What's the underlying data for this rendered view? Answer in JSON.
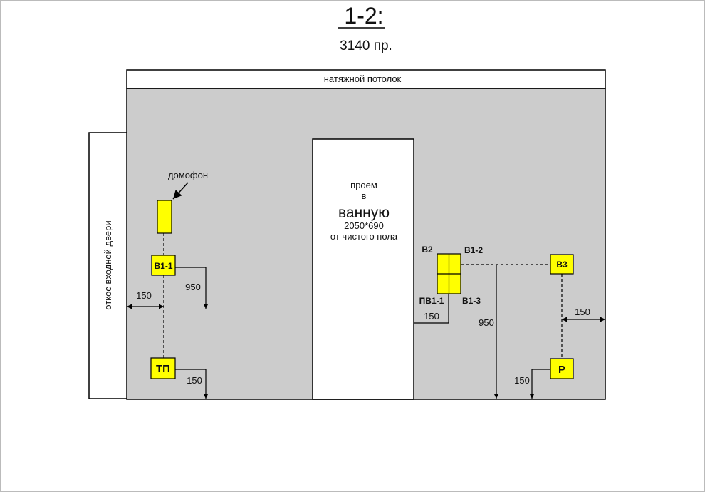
{
  "title": "1-2:",
  "subtitle": "3140 пр.",
  "ceiling_label": "натяжной потолок",
  "door_jamb_label": "откос входной двери",
  "intercom_label": "домофон",
  "opening": {
    "line1": "проем",
    "line2": "в",
    "line3": "ванную",
    "line4": "2050*690",
    "line5": "от чистого пола"
  },
  "fixtures": {
    "b1_1": "В1-1",
    "tp": "ТП",
    "b2": "В2",
    "b1_2": "В1-2",
    "pb1_1": "ПВ1-1",
    "b1_3": "В1-3",
    "b3": "В3",
    "r": "Р"
  },
  "dimensions": {
    "left_offset": "150",
    "b1_1_height": "950",
    "tp_height": "150",
    "pb1_1_offset": "150",
    "switch_height": "950",
    "right_offset": "150",
    "r_height": "150"
  },
  "colors": {
    "wall": "#cccccc",
    "fixture": "#ffff00",
    "line": "#000000"
  }
}
